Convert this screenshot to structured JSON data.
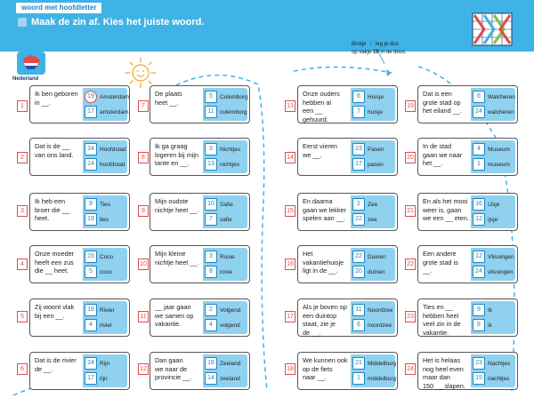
{
  "header": {
    "tagline": "woord met hoofdletter",
    "instruction": "Maak de zin af. Kies het juiste woord."
  },
  "flag_label": "Nederland",
  "hint": {
    "line1_pre": "Blokje",
    "line1_box": "1",
    "line1_post": "leg je dus",
    "line2_pre": "op vakje",
    "line2_bold": "19",
    "line2_post": "in de doos."
  },
  "items": [
    {
      "num": "1",
      "sentence": "Ik ben geboren\nin __.",
      "opt1_num": "19",
      "opt1_word": "Amsterdam",
      "opt2_num": "17",
      "opt2_word": "amsterdam"
    },
    {
      "num": "2",
      "sentence": "Dat is de __\nvan ons land.",
      "opt1_num": "24",
      "opt1_word": "Hoofdstad",
      "opt2_num": "14",
      "opt2_word": "hoofdstad"
    },
    {
      "num": "3",
      "sentence": "Ik heb een\nbroer die __\nheet.",
      "opt1_num": "9",
      "opt1_word": "Ties",
      "opt2_num": "19",
      "opt2_word": "ties"
    },
    {
      "num": "4",
      "sentence": "Onze moeder\nheeft een zus\ndie __ heet.",
      "opt1_num": "15",
      "opt1_word": "Coco",
      "opt2_num": "5",
      "opt2_word": "coco"
    },
    {
      "num": "5",
      "sentence": "Zij woont vlak\nbij een __.",
      "opt1_num": "16",
      "opt1_word": "Rivier",
      "opt2_num": "4",
      "opt2_word": "rivier"
    },
    {
      "num": "6",
      "sentence": "Dat is de rivier\nde __.",
      "opt1_num": "24",
      "opt1_word": "Rijn",
      "opt2_num": "17",
      "opt2_word": "rijn"
    },
    {
      "num": "7",
      "sentence": "De plaats\nheet __.",
      "opt1_num": "5",
      "opt1_word": "Culemborg",
      "opt2_num": "11",
      "opt2_word": "culemborg"
    },
    {
      "num": "8",
      "sentence": "Ik ga graag\nlogeren bij mijn\ntante en __.",
      "opt1_num": "3",
      "opt1_word": "Nichtjes",
      "opt2_num": "13",
      "opt2_word": "nichtjes"
    },
    {
      "num": "9",
      "sentence": "Mijn oudste\nnichtje heet __.",
      "opt1_num": "10",
      "opt1_word": "Safie",
      "opt2_num": "7",
      "opt2_word": "safie"
    },
    {
      "num": "10",
      "sentence": "Mijn kleine\nnichtje heet __.",
      "opt1_num": "3",
      "opt1_word": "Rosie",
      "opt2_num": "8",
      "opt2_word": "rosie"
    },
    {
      "num": "11",
      "sentence": "__ jaar gaan\nwe samen op\nvakantie.",
      "opt1_num": "2",
      "opt1_word": "Volgend",
      "opt2_num": "4",
      "opt2_word": "volgend"
    },
    {
      "num": "12",
      "sentence": "Dan gaan\nwe naar de\nprovincie __.",
      "opt1_num": "16",
      "opt1_word": "Zeeland",
      "opt2_num": "14",
      "opt2_word": "zeeland"
    },
    {
      "num": "13",
      "sentence": "Onze ouders\nhebben al\neen __\ngehuurd.",
      "opt1_num": "6",
      "opt1_word": "Huisje",
      "opt2_num": "7",
      "opt2_word": "huisje"
    },
    {
      "num": "14",
      "sentence": "Eerst vieren\nwe __.",
      "opt1_num": "23",
      "opt1_word": "Pasen",
      "opt2_num": "17",
      "opt2_word": "pasen"
    },
    {
      "num": "15",
      "sentence": "En daarna\ngaan we lekker\nspelen aan __.",
      "opt1_num": "2",
      "opt1_word": "Zee",
      "opt2_num": "22",
      "opt2_word": "zee"
    },
    {
      "num": "16",
      "sentence": "Het\nvakantiehuisje\nligt in de __.",
      "opt1_num": "22",
      "opt1_word": "Duinen",
      "opt2_num": "20",
      "opt2_word": "duinen"
    },
    {
      "num": "17",
      "sentence": "Als je boven op\neen duintop\nstaat, zie je\nde __.",
      "opt1_num": "11",
      "opt1_word": "Noordzee",
      "opt2_num": "6",
      "opt2_word": "noordzee"
    },
    {
      "num": "18",
      "sentence": "We kunnen ook\nop de fiets\nnaar __.",
      "opt1_num": "21",
      "opt1_word": "Middelburg",
      "opt2_num": "1",
      "opt2_word": "middelburg"
    },
    {
      "num": "19",
      "sentence": "Dat is een\ngrote stad op\nhet eiland __.",
      "opt1_num": "6",
      "opt1_word": "Walcheren",
      "opt2_num": "24",
      "opt2_word": "walcheren"
    },
    {
      "num": "20",
      "sentence": "In de stad\ngaan we naar\nhet __.",
      "opt1_num": "4",
      "opt1_word": "Museum",
      "opt2_num": "1",
      "opt2_word": "museum"
    },
    {
      "num": "21",
      "sentence": "En als het mooi\nweer is, gaan\nwe een __ eten.",
      "opt1_num": "16",
      "opt1_word": "IJsje",
      "opt2_num": "12",
      "opt2_word": "ijsje"
    },
    {
      "num": "22",
      "sentence": "Een andere\ngrote stad is\n__.",
      "opt1_num": "12",
      "opt1_word": "Vlissingen",
      "opt2_num": "24",
      "opt2_word": "vlissingen"
    },
    {
      "num": "23",
      "sentence": "Ties en __\nhebben heel\nveel zin in de\nvakantie.",
      "opt1_num": "9",
      "opt1_word": "Ik",
      "opt2_num": "8",
      "opt2_word": "ik"
    },
    {
      "num": "24",
      "sentence": "Het is helaas\nnog heel even\nmaar dan\n150 __ slapen.",
      "opt1_num": "23",
      "opt1_word": "Nachtjes",
      "opt2_num": "15",
      "opt2_word": "nachtjes"
    }
  ],
  "colors": {
    "header": "#3fb3e6",
    "options_bg": "#8fd1ef",
    "number_red": "#e24b4b",
    "path": "#3fb3e6"
  },
  "icons": [
    "netherlands-map-icon",
    "sun-icon",
    "grid-logo-icon"
  ]
}
